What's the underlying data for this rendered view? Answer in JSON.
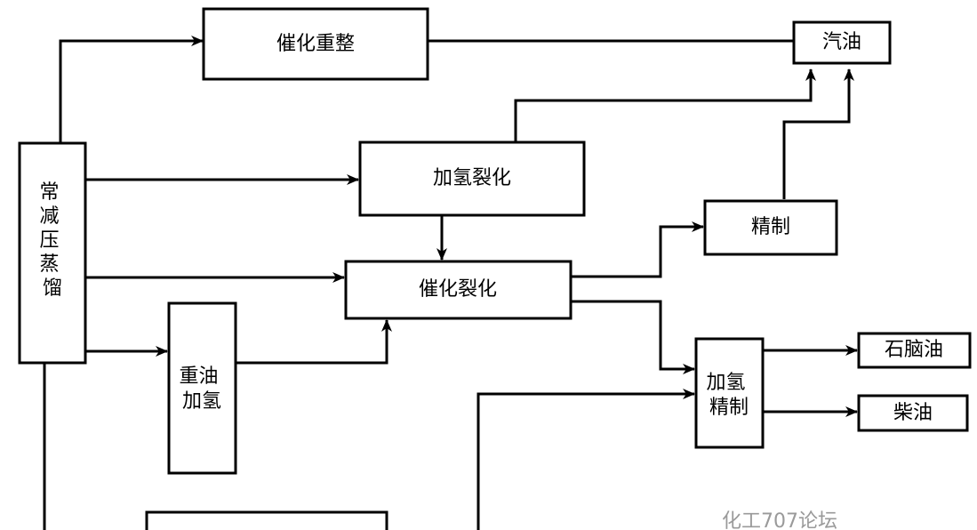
{
  "diagram": {
    "nodes": {
      "distillation": "常减压蒸馏",
      "reforming": "催化重整",
      "gasoline": "汽油",
      "hydrocracking": "加氢裂化",
      "refining": "精制",
      "fcc": "催化裂化",
      "heavy_oil_hydro_line1": "重油",
      "heavy_oil_hydro_line2": "加氢",
      "hydrofinishing_line1": "加氢",
      "hydrofinishing_line2": "精制",
      "naphtha": "石脑油",
      "diesel": "柴油"
    },
    "watermark": "化工707论坛"
  }
}
